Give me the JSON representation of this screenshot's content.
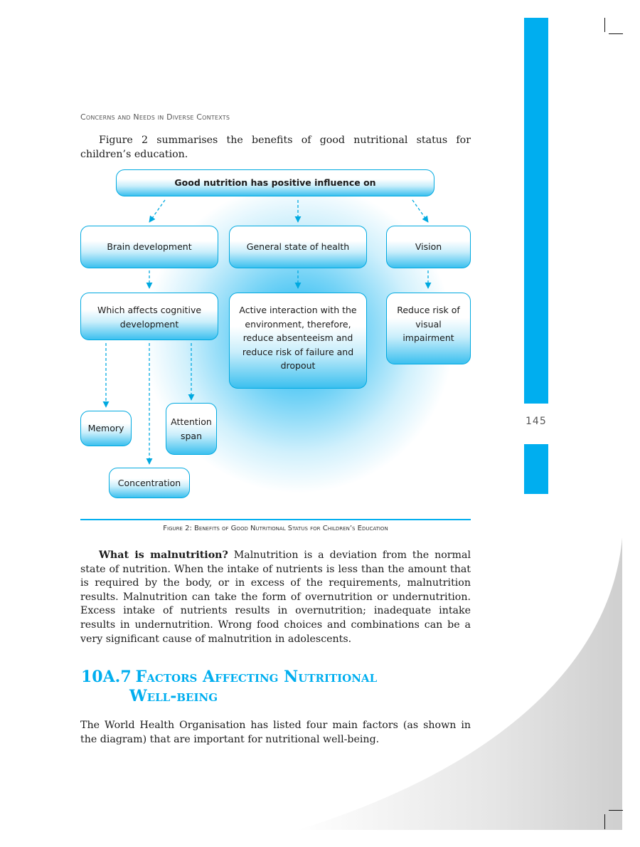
{
  "page": {
    "running_head": "Concerns and Needs in Diverse Contexts",
    "page_number": "145"
  },
  "intro": "Figure 2 summarises the benefits of good nutritional status for children’s education.",
  "diagram": {
    "title": "Good nutrition has positive influence on",
    "brain": "Brain development",
    "health": "General state of health",
    "vision": "Vision",
    "cognitive": "Which affects cognitive development",
    "interaction": "Active interaction with the environment, therefore, reduce absenteeism and reduce risk of failure and dropout",
    "visual": "Reduce risk of visual impairment",
    "memory": "Memory",
    "attention": "Attention span",
    "concentration": "Concentration",
    "caption": "Figure 2: Benefits of Good Nutritional Status for Children’s Education"
  },
  "malnutrition": {
    "lead": "What is malnutrition?",
    "text": " Malnutrition is a deviation from the normal state of nutrition. When the intake of nutrients is less than the amount that is required by the body, or in excess of the requirements, malnutrition results. Malnutrition can take the form of overnutrition or undernutrition. Excess intake of nutrients results in overnutrition; inadequate intake results in undernutrition. Wrong food choices and combinations can be a very significant cause of malnutrition in adolescents."
  },
  "section": {
    "number": "10A.7",
    "title_line1": "Factors Affecting Nutritional",
    "title_line2": "Well-being"
  },
  "who_text": "The World Health Organisation has listed four main factors (as shown in the diagram) that are important for nutritional well-being.",
  "colors": {
    "accent": "#00aeef"
  }
}
